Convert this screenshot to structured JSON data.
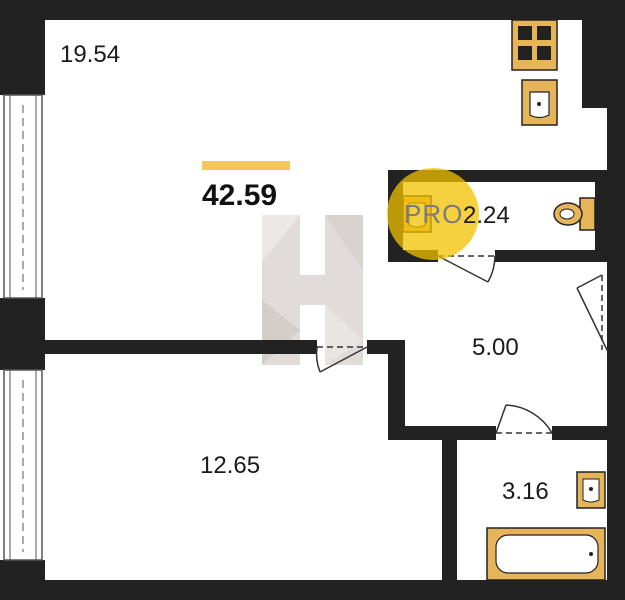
{
  "total_area": "42.59",
  "rooms": {
    "living_room_area": "19.54",
    "bedroom_area": "12.65",
    "hallway_area": "5.00",
    "wc_area": "2.24",
    "bathroom_area": "3.16"
  },
  "watermark": {
    "text": "PRO"
  },
  "colors": {
    "wall": "#222222",
    "fixture": "#e6b55a",
    "accent_bar": "#f2c75c",
    "watermark_circle": "#f2c100",
    "window_frame": "#555555"
  },
  "icons": {
    "stove": "stove-icon",
    "kitchen_sink": "kitchen-sink-icon",
    "wc_sink": "sink-icon",
    "toilet": "toilet-icon",
    "bath_sink": "sink-icon",
    "bathtub": "bathtub-icon"
  }
}
